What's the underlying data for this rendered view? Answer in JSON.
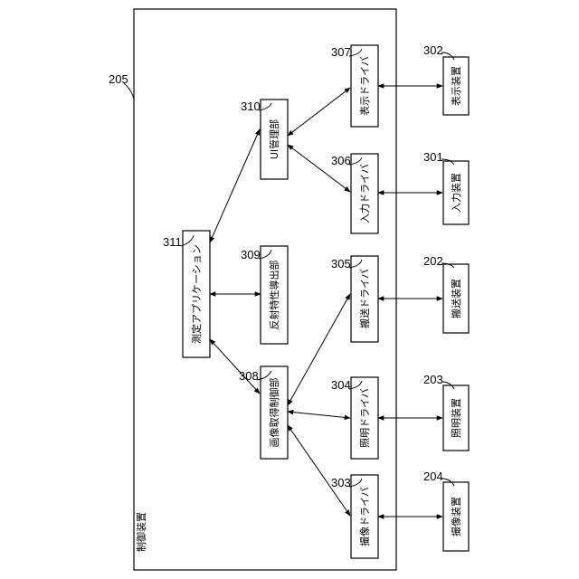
{
  "container": {
    "ref": "205",
    "label": "制御装置"
  },
  "blocks": {
    "measure_app": {
      "ref": "311",
      "label": "測定アプリケーション"
    },
    "ui_manager": {
      "ref": "310",
      "label": "UI管理部"
    },
    "reflect_calc": {
      "ref": "309",
      "label": "反射特性導出部"
    },
    "image_ctrl": {
      "ref": "308",
      "label": "画像取得制御部"
    },
    "display_driver": {
      "ref": "307",
      "label": "表示ドライバ"
    },
    "input_driver": {
      "ref": "306",
      "label": "入力ドライバ"
    },
    "transport_driver": {
      "ref": "305",
      "label": "搬送ドライバ"
    },
    "light_driver": {
      "ref": "304",
      "label": "照明ドライバ"
    },
    "camera_driver": {
      "ref": "303",
      "label": "撮像ドライバ"
    },
    "display_device": {
      "ref": "302",
      "label": "表示装置"
    },
    "input_device": {
      "ref": "301",
      "label": "入力装置"
    },
    "transport_device": {
      "ref": "202",
      "label": "搬送装置"
    },
    "light_device": {
      "ref": "203",
      "label": "照明装置"
    },
    "camera_device": {
      "ref": "204",
      "label": "撮像装置"
    }
  }
}
